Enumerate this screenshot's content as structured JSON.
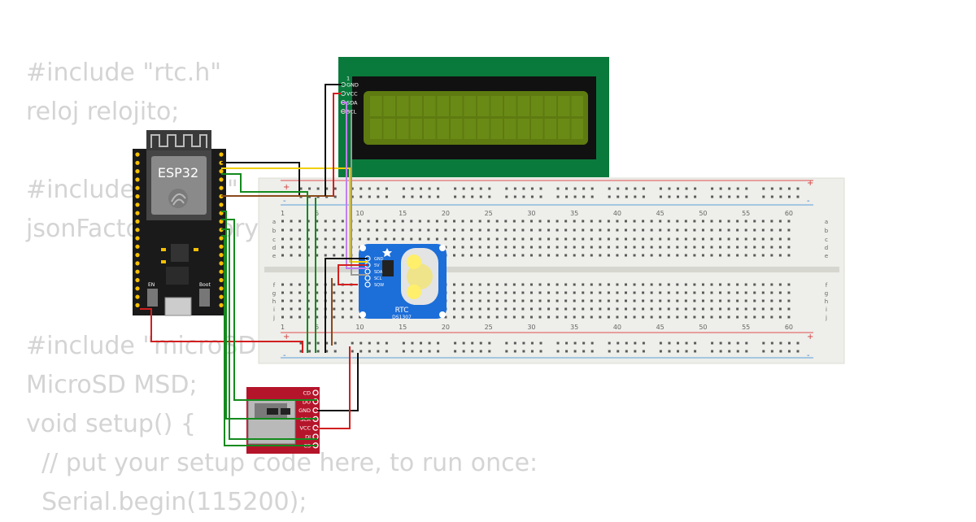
{
  "code_lines": [
    "#include \"rtc.h\"",
    "reloj relojito;",
    "",
    "#include \"json.h\"",
    "jsonFactory factory;",
    "",
    "",
    "#include \"microSD.h\"",
    "MicroSD MSD;",
    "void setup() {",
    "  // put your setup code here, to run once:",
    "  Serial.begin(115200);"
  ],
  "esp32": {
    "label": "ESP32",
    "en_label": "EN",
    "boot_label": "Boot"
  },
  "lcd": {
    "pins": [
      "1",
      "GND",
      "VCC",
      "SDA",
      "SCL"
    ]
  },
  "breadboard": {
    "column_numbers": [
      "1",
      "5",
      "10",
      "15",
      "20",
      "25",
      "30",
      "35",
      "40",
      "45",
      "50",
      "55",
      "60"
    ],
    "rows_top": [
      "a",
      "b",
      "c",
      "d",
      "e"
    ],
    "rows_bottom": [
      "f",
      "g",
      "h",
      "i",
      "j"
    ],
    "plus": "+",
    "minus": "-"
  },
  "rtc": {
    "label": "RTC",
    "chip": "DS1307",
    "pins": [
      "GND",
      "5V",
      "SDA",
      "SCL",
      "SQW"
    ]
  },
  "microsd": {
    "pins": [
      "CD",
      "DO",
      "GND",
      "SCK",
      "VCC",
      "DI",
      "CS"
    ]
  },
  "colors": {
    "lcd_pcb": "#0a7a3c",
    "lcd_screen": "#5d7b10",
    "esp32_board": "#1a1a1a",
    "rtc_board": "#1c6ed8",
    "sd_board": "#b5152b",
    "breadboard": "#eeeeea",
    "wire_black": "#111111",
    "wire_red": "#d21f1f",
    "wire_green": "#148a1e",
    "wire_yellow": "#f0d000",
    "wire_brown": "#8a4a1c",
    "wire_gray": "#9a9a9a",
    "wire_purple": "#c080f0",
    "code_text": "#d4d4d4"
  }
}
